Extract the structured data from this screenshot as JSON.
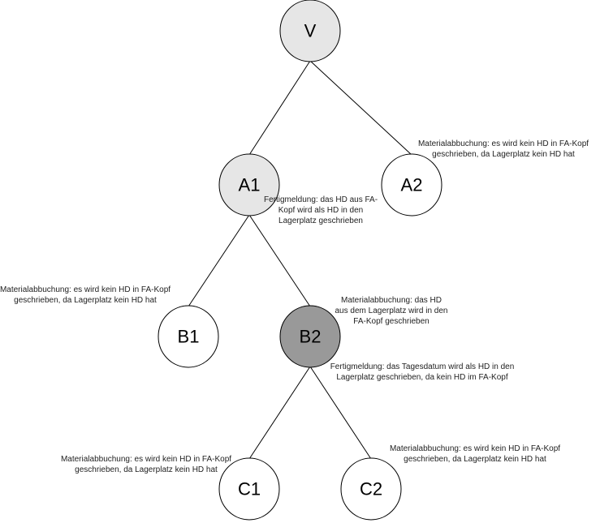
{
  "colors": {
    "default": "#ffffff",
    "highlight": "#e6e6e6",
    "active": "#999999"
  },
  "nodes": [
    {
      "id": "V",
      "label": "V",
      "fill": "highlight"
    },
    {
      "id": "A1",
      "label": "A1",
      "fill": "highlight"
    },
    {
      "id": "A2",
      "label": "A2",
      "fill": "default"
    },
    {
      "id": "B1",
      "label": "B1",
      "fill": "default"
    },
    {
      "id": "B2",
      "label": "B2",
      "fill": "active"
    },
    {
      "id": "C1",
      "label": "C1",
      "fill": "default"
    },
    {
      "id": "C2",
      "label": "C2",
      "fill": "default"
    }
  ],
  "edges": [
    [
      "V",
      "A1"
    ],
    [
      "V",
      "A2"
    ],
    [
      "A1",
      "B1"
    ],
    [
      "A1",
      "B2"
    ],
    [
      "B2",
      "C1"
    ],
    [
      "B2",
      "C2"
    ]
  ],
  "notes": {
    "a2": [
      "Materialabbuchung: es wird kein HD in FA-Kopf",
      "geschrieben, da Lagerplatz kein HD hat"
    ],
    "a1": [
      "Fertigmeldung: das HD aus FA-",
      "Kopf wird als HD in den",
      "Lagerplatz geschrieben"
    ],
    "b1": [
      "Materialabbuchung: es wird kein HD in FA-Kopf",
      "geschrieben, da Lagerplatz kein HD hat"
    ],
    "b2_top": [
      "Materialabbuchung: das HD",
      "aus dem Lagerplatz wird in den",
      "FA-Kopf geschrieben"
    ],
    "b2_bottom": [
      "Fertigmeldung: das Tagesdatum wird als HD in den",
      "Lagerplatz geschrieben, da kein HD im FA-Kopf"
    ],
    "c1": [
      "Materialabbuchung: es wird kein HD in FA-Kopf",
      "geschrieben, da Lagerplatz kein HD hat"
    ],
    "c2": [
      "Materialabbuchung: es wird kein HD in FA-Kopf",
      "geschrieben, da Lagerplatz kein HD hat"
    ]
  }
}
